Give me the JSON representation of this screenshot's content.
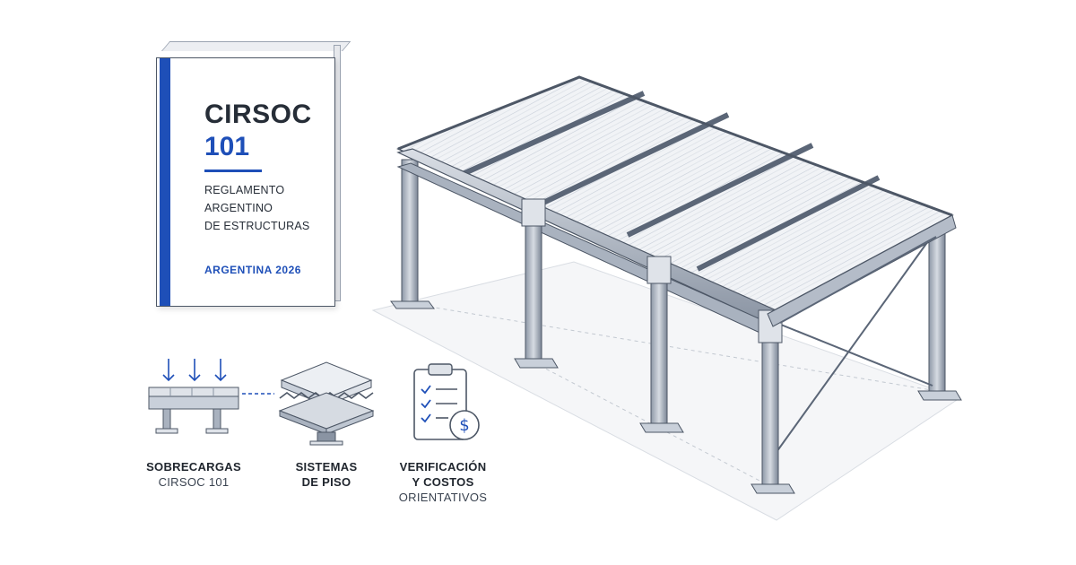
{
  "book": {
    "title": "CIRSOC",
    "number": "101",
    "subtitle_line1": "REGLAMENTO ARGENTINO",
    "subtitle_line2": "DE ESTRUCTURAS",
    "edition": "ARGENTINA 2026"
  },
  "features": [
    {
      "line1": "SOBRECARGAS",
      "line2": "CIRSOC 101",
      "icon": "load-arrows-beam-icon"
    },
    {
      "line1": "SISTEMAS",
      "line2": "DE PISO",
      "icon": "floor-system-layers-icon"
    },
    {
      "line1": "VERIFICACIÓN",
      "line2": "Y COSTOS",
      "line3": "ORIENTATIVOS",
      "icon": "clipboard-checklist-dollar-icon"
    }
  ],
  "colors": {
    "accent": "#1e4fb8",
    "steel": "#5b6677",
    "steel_light": "#c9d0da",
    "roof": "#eef1f5",
    "outline": "#4d5766"
  }
}
